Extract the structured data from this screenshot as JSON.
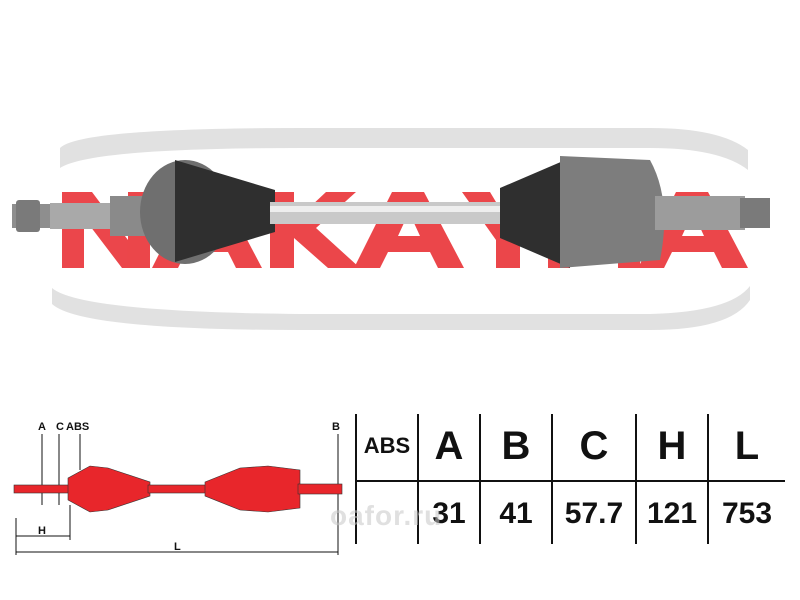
{
  "brand": {
    "logo_text": "NAKAYAMA",
    "color": "#e8262b"
  },
  "diagram": {
    "labels": {
      "a": "A",
      "c": "C",
      "abs": "ABS",
      "b": "B",
      "h": "H",
      "l": "L"
    },
    "shaft_color": "#e8262b"
  },
  "spec_table": {
    "headers": [
      "ABS",
      "A",
      "B",
      "C",
      "H",
      "L"
    ],
    "values": [
      "",
      "31",
      "41",
      "57.7",
      "121",
      "753"
    ]
  },
  "watermark": {
    "text": "oafor.ru"
  }
}
